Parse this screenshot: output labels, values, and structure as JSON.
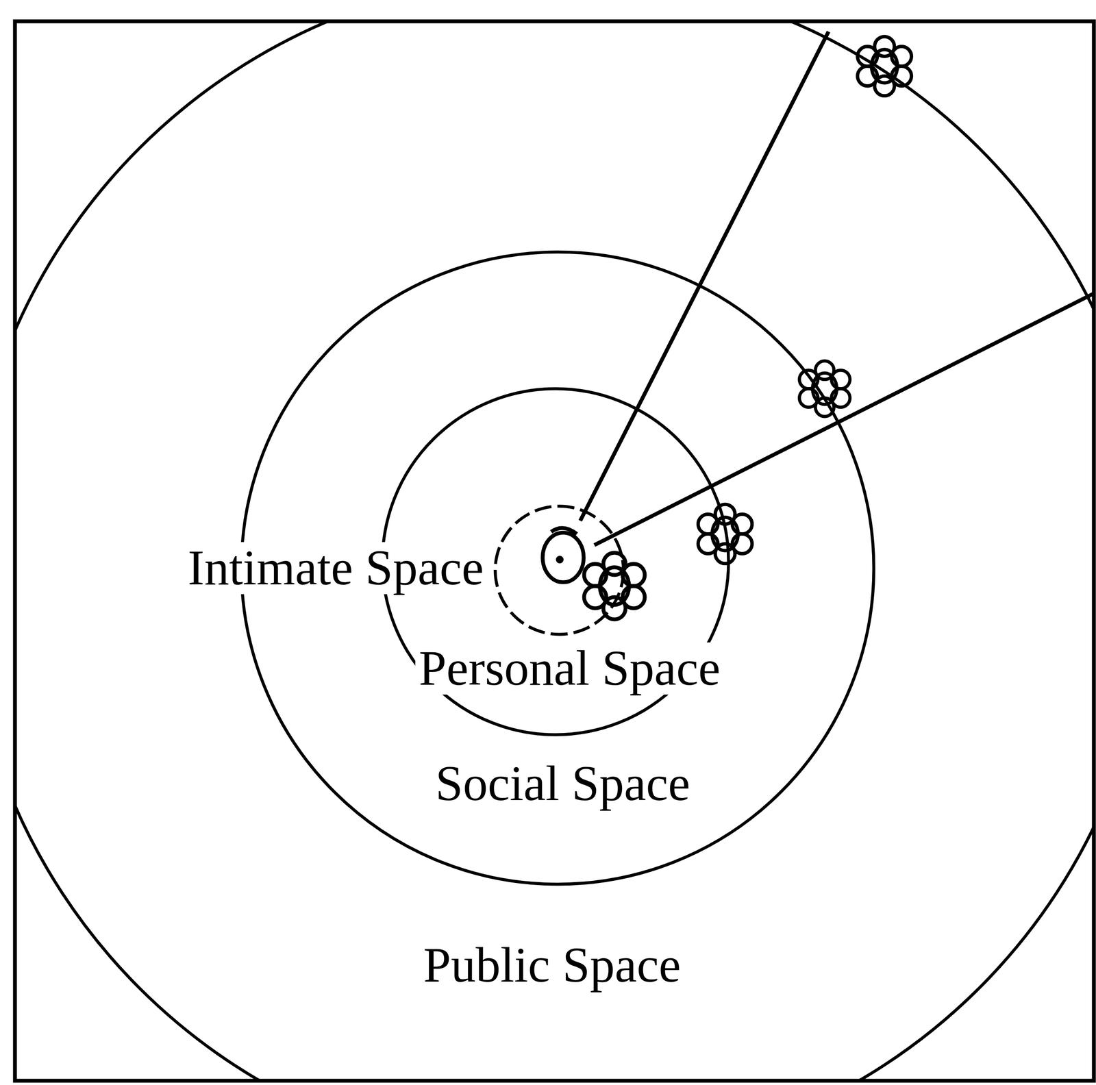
{
  "diagram": {
    "labels": [
      "Intimate Space",
      "Personal Space",
      "Social Space",
      "Public Space"
    ]
  }
}
